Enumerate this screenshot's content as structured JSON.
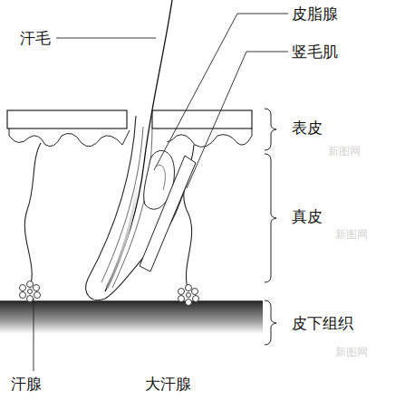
{
  "diagram": {
    "labels": [
      "汗毛",
      "皮脂腺",
      "竖毛肌",
      "表皮",
      "真皮",
      "皮下组织",
      "汗腺",
      "大汗腺",
      "新图网",
      "新图网",
      "新图网"
    ]
  }
}
